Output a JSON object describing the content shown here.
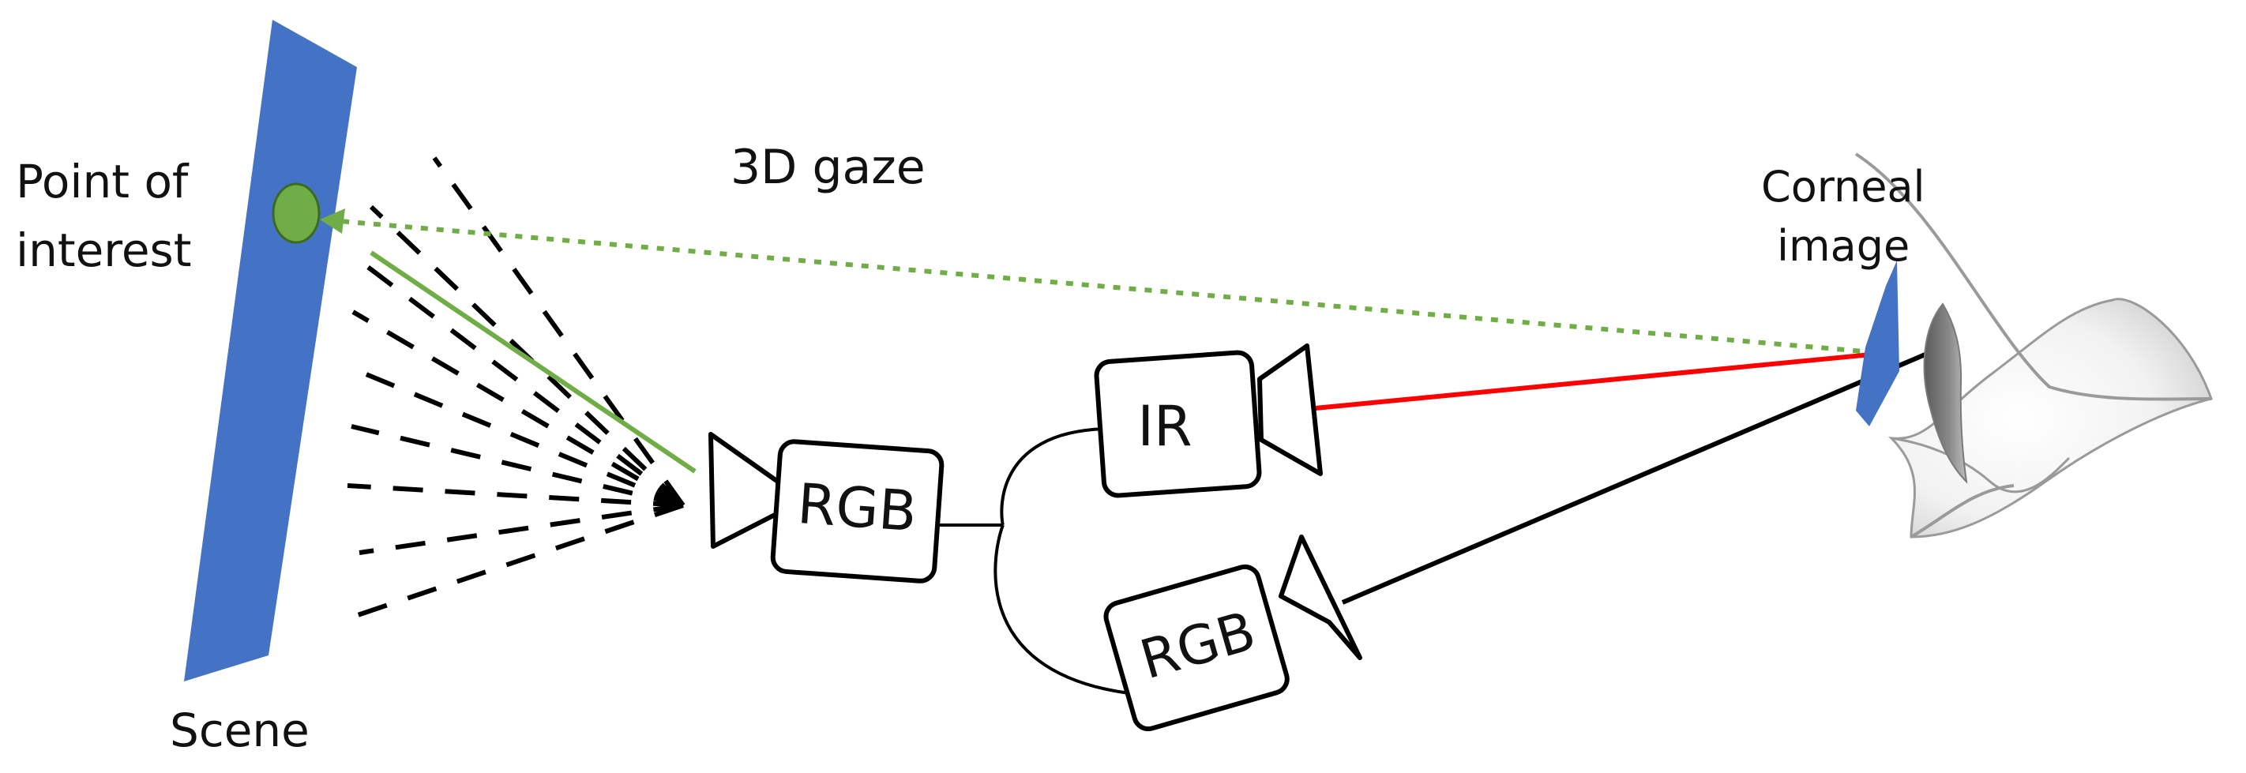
{
  "labels": {
    "point_of_interest_line1": "Point of",
    "point_of_interest_line2": "interest",
    "gaze": "3D gaze",
    "corneal_line1": "Corneal",
    "corneal_line2": "image",
    "scene": "Scene",
    "box_scene_cam": "RGB",
    "box_ir_cam": "IR",
    "box_eye_rgb_cam": "RGB"
  },
  "colors": {
    "scene_plane": "#4472c4",
    "point_of_interest": "#70ad47",
    "gaze_line": "#70ad47",
    "ir_ray": "#ff0000",
    "rgb_ray": "#000000",
    "cornea_patch": "#4472c4"
  },
  "icons": {
    "scene_camera": "camera-icon",
    "ir_camera": "camera-icon",
    "eye_rgb_camera": "camera-icon",
    "eye": "eye-icon"
  }
}
